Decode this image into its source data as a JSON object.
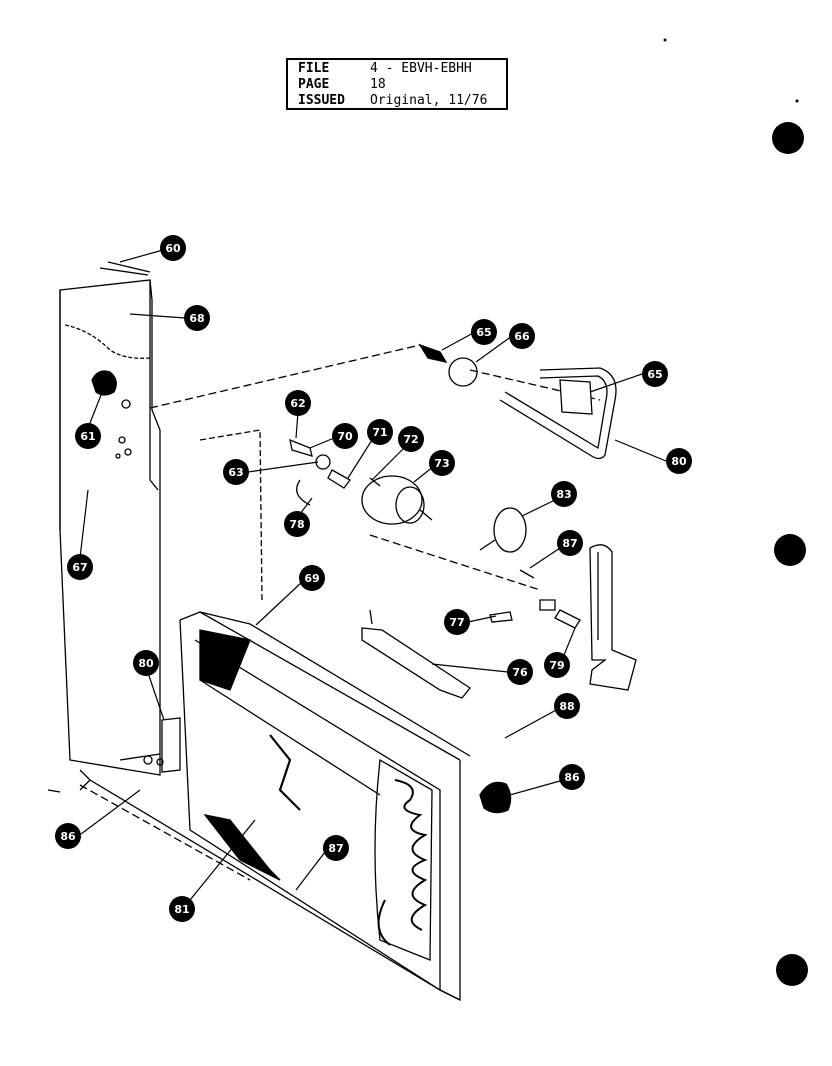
{
  "header": {
    "file_label": "FILE",
    "file_value": "4 - EBVH-EBHH",
    "page_label": "PAGE",
    "page_value": "18",
    "issued_label": "ISSUED",
    "issued_value": "Original, 11/76"
  },
  "callouts": [
    {
      "id": "c1",
      "label": "60"
    },
    {
      "id": "c2",
      "label": "68"
    },
    {
      "id": "c3",
      "label": "61"
    },
    {
      "id": "c4",
      "label": "67"
    },
    {
      "id": "c5",
      "label": "65"
    },
    {
      "id": "c6",
      "label": "66"
    },
    {
      "id": "c7",
      "label": "65"
    },
    {
      "id": "c8",
      "label": "80"
    },
    {
      "id": "c9",
      "label": "62"
    },
    {
      "id": "c10",
      "label": "70"
    },
    {
      "id": "c11",
      "label": "71"
    },
    {
      "id": "c12",
      "label": "72"
    },
    {
      "id": "c13",
      "label": "73"
    },
    {
      "id": "c14",
      "label": "63"
    },
    {
      "id": "c15",
      "label": "78"
    },
    {
      "id": "c16",
      "label": "83"
    },
    {
      "id": "c17",
      "label": "87"
    },
    {
      "id": "c18",
      "label": "69"
    },
    {
      "id": "c19",
      "label": "77"
    },
    {
      "id": "c20",
      "label": "79"
    },
    {
      "id": "c21",
      "label": "76"
    },
    {
      "id": "c22",
      "label": "80"
    },
    {
      "id": "c23",
      "label": "88"
    },
    {
      "id": "c24",
      "label": "86"
    },
    {
      "id": "c25",
      "label": "86"
    },
    {
      "id": "c26",
      "label": "87"
    },
    {
      "id": "c27",
      "label": "81"
    }
  ],
  "colors": {
    "ink": "#000000",
    "paper": "#ffffff"
  }
}
